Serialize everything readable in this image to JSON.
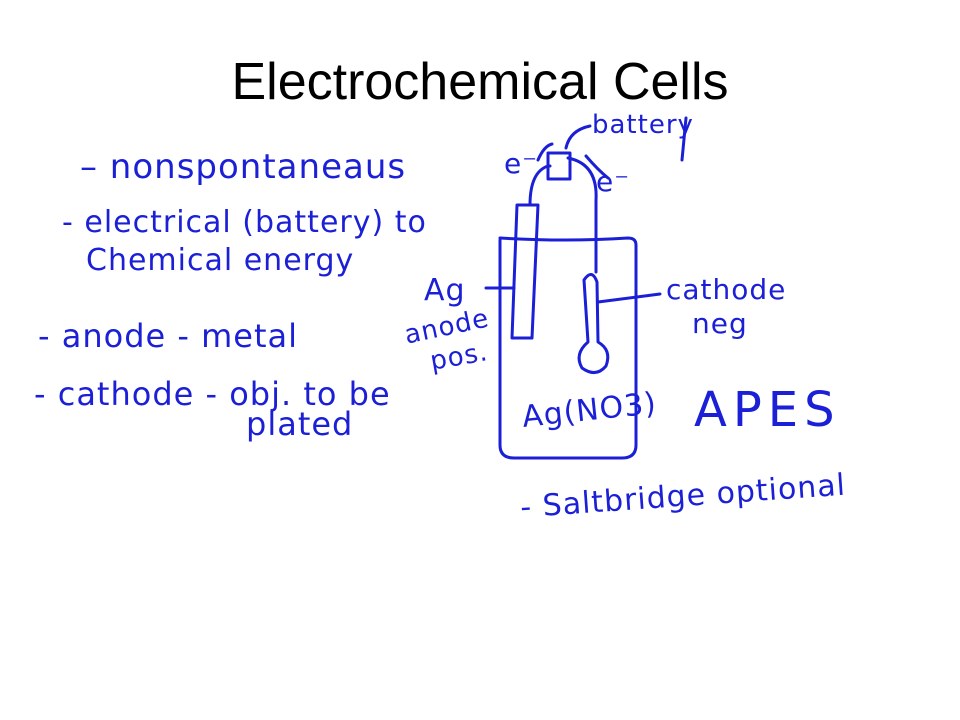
{
  "slide": {
    "title": "Electrochemical Cells",
    "ink_color": "#1b1fd6"
  },
  "notes": {
    "nonspontaneous": "– nonspontaneaus",
    "electrical_line1": "- electrical (battery) to",
    "electrical_line2": "Chemical energy",
    "anode_line": "- anode - metal",
    "cathode_line1": "- cathode - obj. to be",
    "cathode_line2": "plated",
    "salt_bridge": "- Saltbridge optional",
    "apes": "APES"
  },
  "diagram": {
    "battery_label": "battery",
    "electron_left": "e⁻",
    "electron_right": "e⁻",
    "anode_ag": "Ag",
    "anode_word": "anode",
    "anode_pos": "pos.",
    "cathode_word": "cathode",
    "cathode_neg": "neg",
    "solution": "Ag(NO3)"
  }
}
